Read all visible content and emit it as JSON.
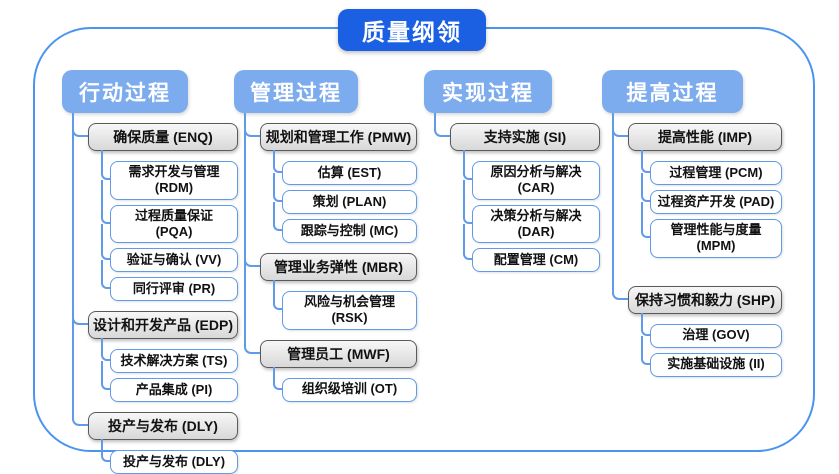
{
  "title": "质量纲领",
  "colors": {
    "title_bg": "#1b5fe3",
    "header_bg": "#7dacee",
    "line": "#5f9be8",
    "frame": "#4a94ef",
    "gray_node_border": "#5a5a5a"
  },
  "columns": [
    {
      "header": "行动过程",
      "groups": [
        {
          "label": "确保质量 (ENQ)",
          "children": [
            "需求开发与管理 (RDM)",
            "过程质量保证 (PQA)",
            "验证与确认 (VV)",
            "同行评审 (PR)"
          ]
        },
        {
          "label": "设计和开发产品 (EDP)",
          "children": [
            "技术解决方案 (TS)",
            "产品集成 (PI)"
          ]
        },
        {
          "label": "投产与发布 (DLY)",
          "children": [
            "投产与发布 (DLY)"
          ]
        }
      ]
    },
    {
      "header": "管理过程",
      "groups": [
        {
          "label": "规划和管理工作 (PMW)",
          "children": [
            "估算 (EST)",
            "策划 (PLAN)",
            "跟踪与控制 (MC)"
          ]
        },
        {
          "label": "管理业务弹性 (MBR)",
          "children": [
            "风险与机会管理 (RSK)"
          ]
        },
        {
          "label": "管理员工 (MWF)",
          "children": [
            "组织级培训 (OT)"
          ]
        }
      ]
    },
    {
      "header": "实现过程",
      "groups": [
        {
          "label": "支持实施 (SI)",
          "children": [
            "原因分析与解决 (CAR)",
            "决策分析与解决 (DAR)",
            "配置管理 (CM)"
          ]
        }
      ]
    },
    {
      "header": "提高过程",
      "groups": [
        {
          "label": "提高性能 (IMP)",
          "children": [
            "过程管理 (PCM)",
            "过程资产开发 (PAD)",
            "管理性能与度量 (MPM)"
          ]
        },
        {
          "label": "保持习惯和毅力 (SHP)",
          "spacer_before": true,
          "children": [
            "治理 (GOV)",
            "实施基础设施 (II)"
          ]
        }
      ]
    }
  ]
}
